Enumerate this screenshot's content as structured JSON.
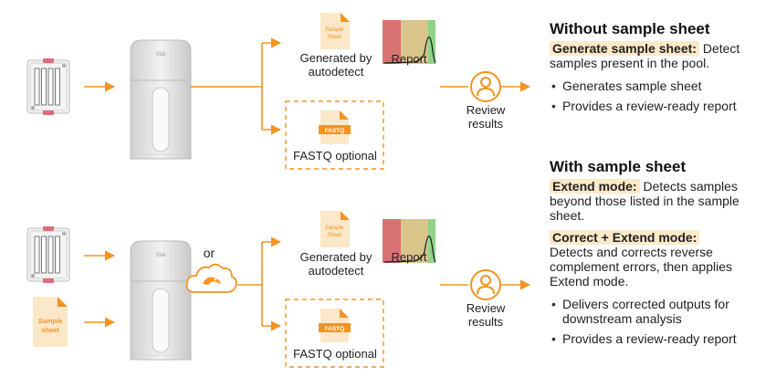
{
  "colors": {
    "accent": "#f39324",
    "report_red": "#d97373",
    "report_tan": "#d9c48a",
    "report_green": "#8fd28a",
    "highlight": "#fbe9c7"
  },
  "icons": [
    "flow-cell-icon",
    "sequencer-icon",
    "sample-sheet-file-icon",
    "fastq-file-icon",
    "report-icon",
    "person-review-icon",
    "cloud-icon"
  ],
  "flow_top": {
    "generated_label": "Generated by\nautodetect",
    "sample_sheet_file_text": "Sample\nSheet",
    "report_label": "Report",
    "fastq_badge": "FASTQ",
    "fastq_label": "FASTQ optional",
    "review_label": "Review\nresults",
    "sequencer_brand": "Stat"
  },
  "flow_bottom": {
    "or_label": "or",
    "input_sheet_text": "Sample\nsheet",
    "generated_label": "Generated by\nautodetect",
    "sample_sheet_file_text": "Sample\nSheet",
    "report_label": "Report",
    "fastq_badge": "FASTQ",
    "fastq_label": "FASTQ optional",
    "review_label": "Review\nresults",
    "sequencer_brand": "Stat"
  },
  "panel_top": {
    "heading": "Without sample sheet",
    "mode_label": "Generate sample sheet:",
    "mode_text": " Detect samples present in the pool.",
    "bullets": [
      "Generates sample sheet",
      "Provides a review-ready report"
    ]
  },
  "panel_bottom": {
    "heading": "With sample sheet",
    "extend_label": "Extend mode:",
    "extend_text": " Detects samples beyond those listed in the sample sheet.",
    "correct_label": "Correct + Extend mode:",
    "correct_text": "Detects and corrects reverse complement errors, then applies Extend mode.",
    "bullets": [
      "Delivers corrected outputs for downstream analysis",
      "Provides a review-ready report"
    ]
  }
}
